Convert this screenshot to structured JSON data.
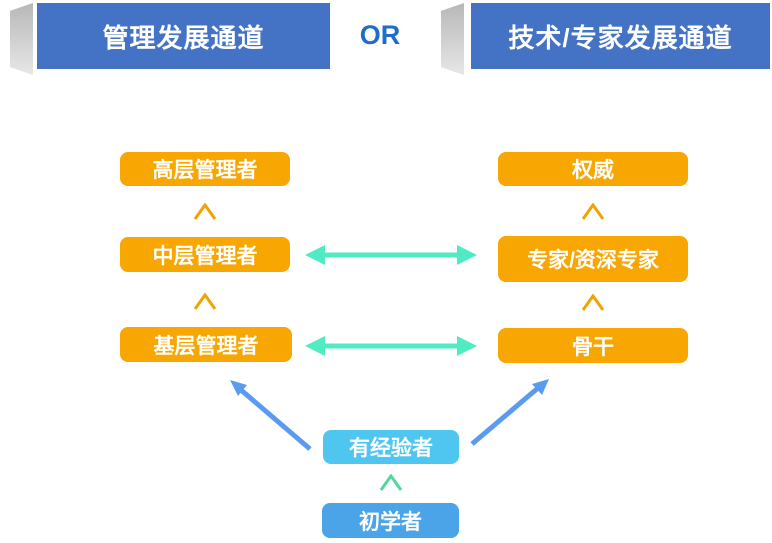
{
  "header": {
    "left_channel": "管理发展通道",
    "or_label": "OR",
    "right_channel": "技术/专家发展通道"
  },
  "management_path": {
    "levels": [
      "高层管理者",
      "中层管理者",
      "基层管理者"
    ]
  },
  "expert_path": {
    "levels": [
      "权威",
      "专家/资深专家",
      "骨干"
    ]
  },
  "entry_path": {
    "experienced": "有经验者",
    "beginner": "初学者"
  },
  "icons": {
    "up_chevron": "up-chevron-icon",
    "double_arrow": "bidirectional-transfer-arrow",
    "promotion_arrow": "promotion-arrow"
  },
  "colors": {
    "header_blue": "#4472c4",
    "or_text_blue": "#1e6ec8",
    "level_orange": "#f7a602",
    "chevron_orange": "#f2a202",
    "transfer_teal": "#50ebc3",
    "entry_chevron_green": "#4ed89c",
    "promotion_arrow_blue": "#5b9bef",
    "experienced_box_blue": "#4fc6f0",
    "beginner_box_blue": "#4ba3e8",
    "ribbon_gray": "#c9c9c9"
  }
}
